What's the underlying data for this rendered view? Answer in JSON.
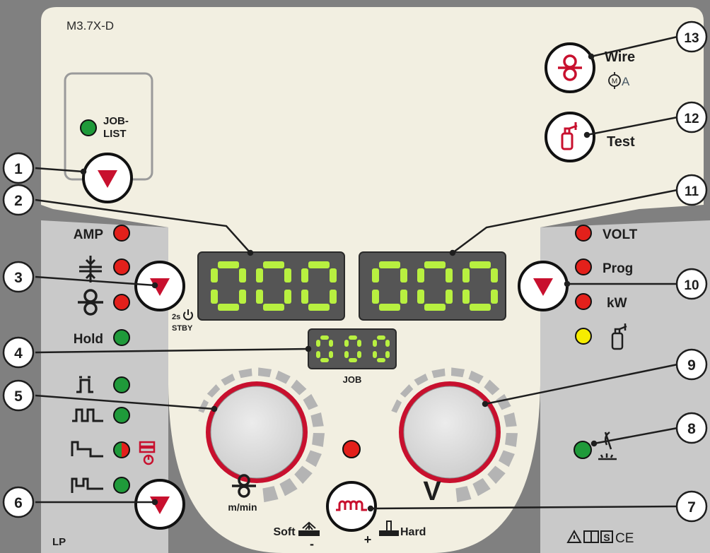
{
  "model": "M3.7X-D",
  "footer_left": "LP",
  "colors": {
    "panel": "#f2efe1",
    "grey_panel": "#c9c9c9",
    "frame": "#808080",
    "led_red": "#e3201b",
    "led_green": "#1f9a3a",
    "led_yellow": "#f6ec00",
    "display_digits": "#b8f040",
    "accent_red": "#c8102e"
  },
  "job_list": {
    "label_line1": "JOB-",
    "label_line2": "LIST",
    "led_color": "green"
  },
  "left_leds": [
    {
      "label": "AMP",
      "icon": "",
      "color": "red"
    },
    {
      "label": "",
      "icon": "thickness-icon",
      "color": "red"
    },
    {
      "label": "",
      "icon": "wire-feed-icon",
      "color": "red"
    },
    {
      "label": "Hold",
      "icon": "",
      "color": "green"
    }
  ],
  "mode_leds": [
    {
      "icon": "2-step-icon",
      "color": "green"
    },
    {
      "icon": "4-step-icon",
      "color": "green"
    },
    {
      "icon": "special-2-step-icon",
      "color": "red-green",
      "extra_icon": "spot-timer-icon"
    },
    {
      "icon": "special-4-step-icon",
      "color": "green"
    }
  ],
  "right_leds": [
    {
      "label": "VOLT",
      "icon": "",
      "color": "red"
    },
    {
      "label": "Prog",
      "icon": "",
      "color": "red"
    },
    {
      "label": "kW",
      "icon": "",
      "color": "red"
    },
    {
      "label": "",
      "icon": "gas-cylinder-icon",
      "color": "yellow"
    }
  ],
  "standby": {
    "line1": "2s",
    "line2": "STBY"
  },
  "displays": {
    "left": "000",
    "right": "000",
    "job": "000",
    "job_label": "JOB"
  },
  "knobs": {
    "left_unit": "m/min",
    "right_unit": "V"
  },
  "choke": {
    "soft_label": "Soft",
    "hard_label": "Hard",
    "minus": "-",
    "plus": "+"
  },
  "buttons": {
    "wire_label": "Wire",
    "wire_sub": "A",
    "wire_sub_m": "M",
    "test_label": "Test"
  },
  "callouts": [
    "1",
    "2",
    "3",
    "4",
    "5",
    "6",
    "7",
    "8",
    "9",
    "10",
    "11",
    "12",
    "13"
  ],
  "footer_symbols": {
    "ce": "CE",
    "s": "S"
  }
}
